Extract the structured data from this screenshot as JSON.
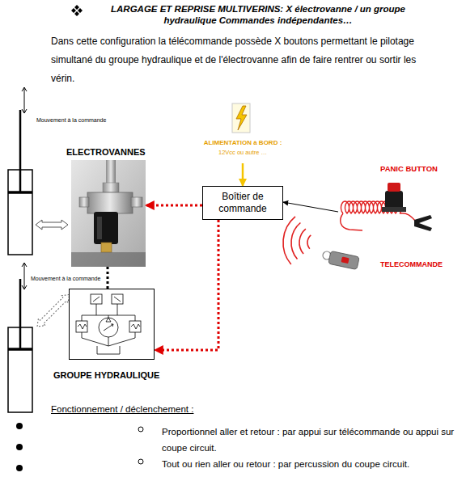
{
  "diagram": {
    "title": "LARGAGE ET REPRISE MULTIVERINS: X électrovanne / un groupe hydraulique Commandes indépendantes…",
    "nodes": [
      {
        "text": [
          "ALIMENTATION à BORD :",
          "12Vcc ou autre …"
        ]
      },
      {
        "text": [
          "ELECTROVANNES"
        ]
      },
      {
        "text": [
          "Boîtier de commande"
        ]
      },
      {
        "text": [
          "PANIC BUTTON"
        ]
      },
      {
        "text": [
          "TELECOMMANDE"
        ]
      },
      {
        "text": [
          "GROUPE HYDRAULIQUE"
        ]
      }
    ],
    "edges": [
      {
        "from": 0,
        "to": 2,
        "arrow": "to"
      },
      {
        "from": 2,
        "to": 1,
        "arrow": "to"
      },
      {
        "from": 3,
        "to": 2,
        "arrow": "to"
      },
      {
        "from": 1,
        "to": 5,
        "arrow": "none"
      },
      {
        "from": 2,
        "to": 5,
        "arrow": "to"
      }
    ],
    "labels": [
      "Dans cette configuration la télécommande possède X boutons permettant le pilotage simultané du groupe hydraulique et de l'électrovanne afin de faire rentrer ou sortir les vérin.",
      "Mouvement à la commande",
      "Mouvement à la commande",
      "Fonctionnement / déclenchement :",
      "Proportionnel aller et retour : par appui sur télécommande ou appui sur coupe circuit.",
      "Tout ou rien aller ou retour : par percussion du coupe circuit."
    ]
  }
}
